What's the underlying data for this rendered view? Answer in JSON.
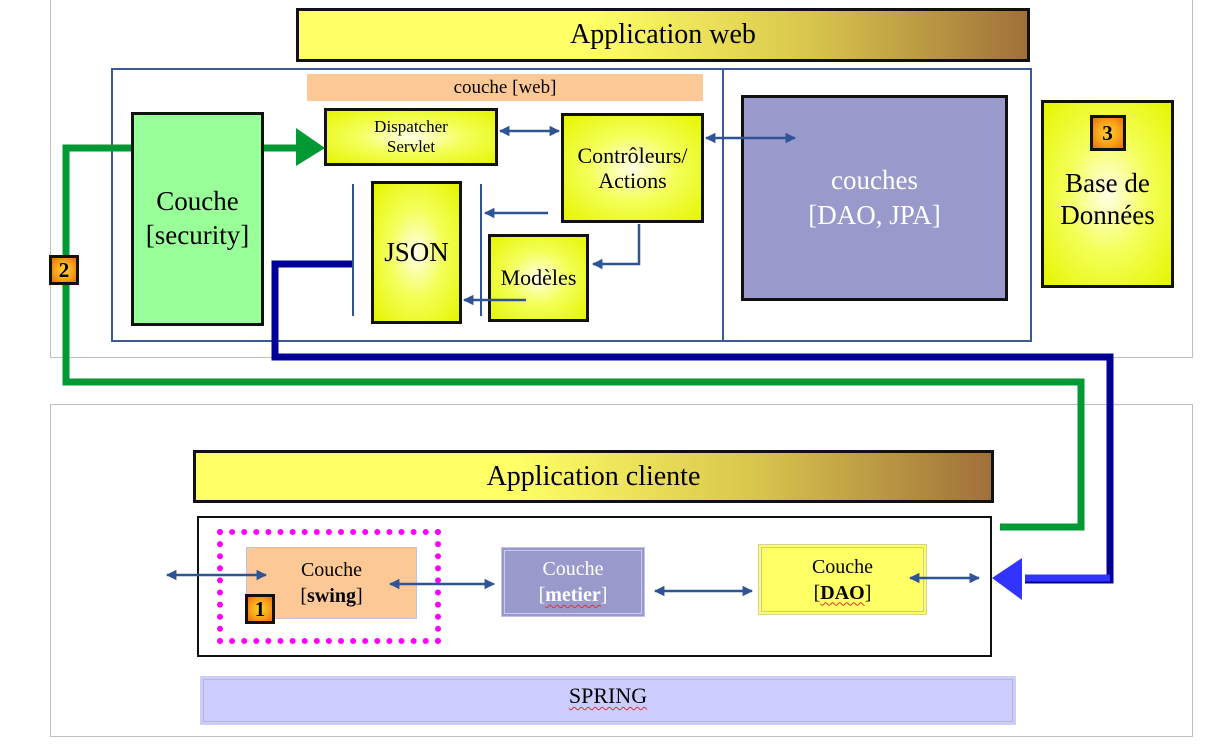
{
  "diagram": {
    "web_app": {
      "title": "Application web",
      "web_layer_label": "couche [web]",
      "security": {
        "line1": "Couche",
        "line2": "[security]"
      },
      "dispatcher": {
        "line1": "Dispatcher",
        "line2": "Servlet"
      },
      "controllers": {
        "line1": "Contrôleurs/",
        "line2": "Actions"
      },
      "json": "JSON",
      "models": "Modèles",
      "dao_jpa": {
        "line1": "couches",
        "line2": "[DAO, JPA]"
      },
      "database": {
        "badge": "3",
        "line1": "Base de",
        "line2": "Données"
      },
      "badge_2": "2"
    },
    "client_app": {
      "title": "Application cliente",
      "swing": {
        "line1": "Couche",
        "bracket_open": "[",
        "keyword": "swing",
        "bracket_close": "]",
        "badge": "1"
      },
      "metier": {
        "line1": "Couche",
        "bracket_open": "[",
        "keyword": "metier",
        "bracket_close": "]"
      },
      "dao": {
        "line1": "Couche",
        "bracket_open": "[",
        "keyword": "DAO",
        "bracket_close": "]"
      },
      "spring": "SPRING"
    },
    "colors": {
      "green_flow": "#009933",
      "blue_flow": "#000099",
      "arrow_blue": "#2f5496",
      "highlight_magenta": "#ff00ff",
      "security_green": "#99ff99",
      "purple_layer": "#9999cc",
      "web_label_bg": "#fcc996",
      "swing_bg": "#fcc996",
      "spring_bg": "#ccccff"
    }
  }
}
